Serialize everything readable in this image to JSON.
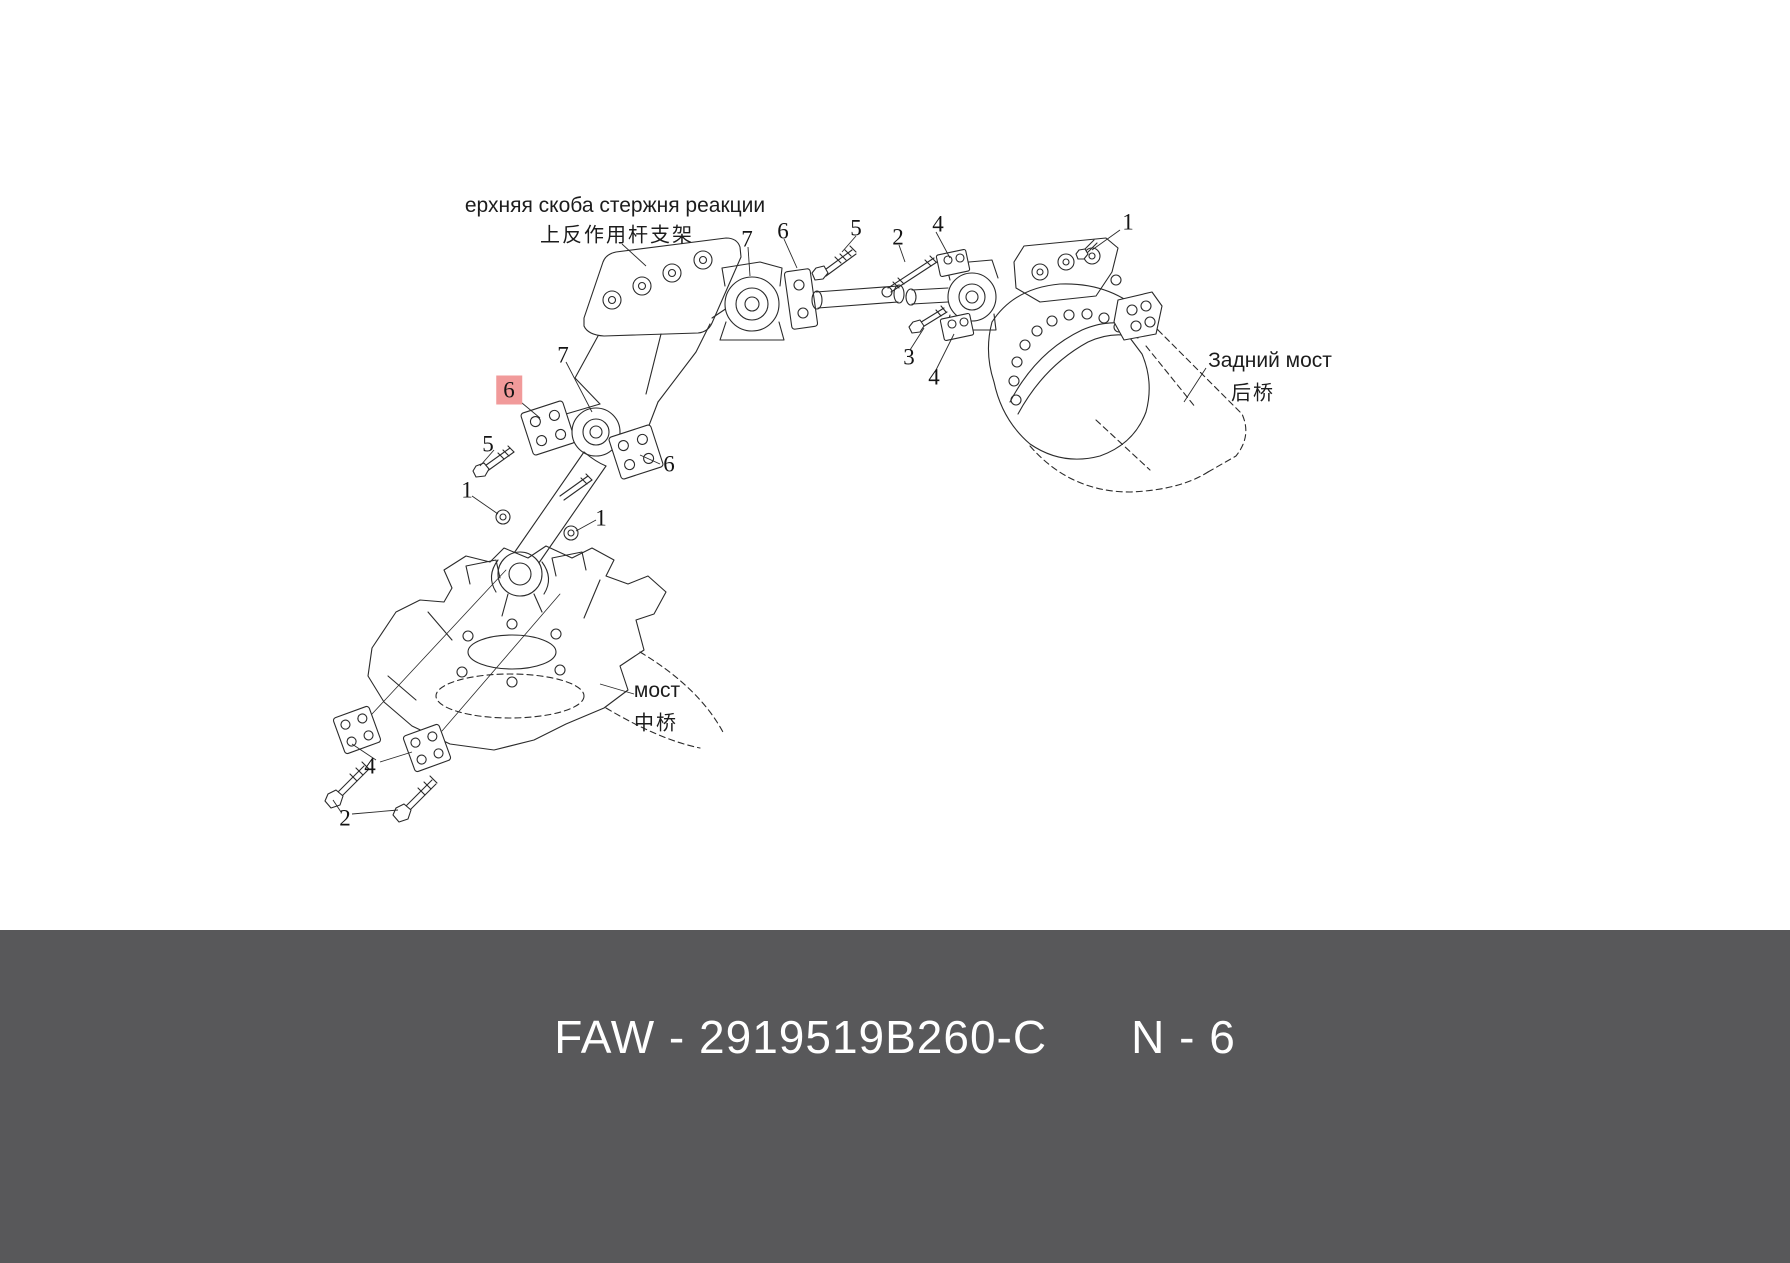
{
  "diagram": {
    "labels": {
      "upper_bracket_ru": "ерхняя скоба стержня реакции",
      "upper_bracket_zh": "上反作用杆支架",
      "rear_axle_ru": "Задний мост",
      "rear_axle_zh": "后桥",
      "middle_axle_ru": "мост",
      "middle_axle_zh": "中桥"
    },
    "callouts": [
      {
        "label": "1",
        "highlighted": false
      },
      {
        "label": "4",
        "highlighted": false
      },
      {
        "label": "2",
        "highlighted": false
      },
      {
        "label": "5",
        "highlighted": false
      },
      {
        "label": "6",
        "highlighted": false
      },
      {
        "label": "7",
        "highlighted": false
      },
      {
        "label": "3",
        "highlighted": false
      },
      {
        "label": "4",
        "highlighted": false
      },
      {
        "label": "7",
        "highlighted": false
      },
      {
        "label": "6",
        "highlighted": true
      },
      {
        "label": "5",
        "highlighted": false
      },
      {
        "label": "1",
        "highlighted": false
      },
      {
        "label": "6",
        "highlighted": false
      },
      {
        "label": "1",
        "highlighted": false
      },
      {
        "label": "4",
        "highlighted": false
      },
      {
        "label": "2",
        "highlighted": false
      }
    ],
    "highlight_color": "#f19a9a",
    "line_color": "#2b2b2b"
  },
  "footer": {
    "part_label": "FAW - 2919519B260-C",
    "page_label": "N - 6",
    "background_color": "#58585a",
    "text_color": "#ffffff"
  }
}
